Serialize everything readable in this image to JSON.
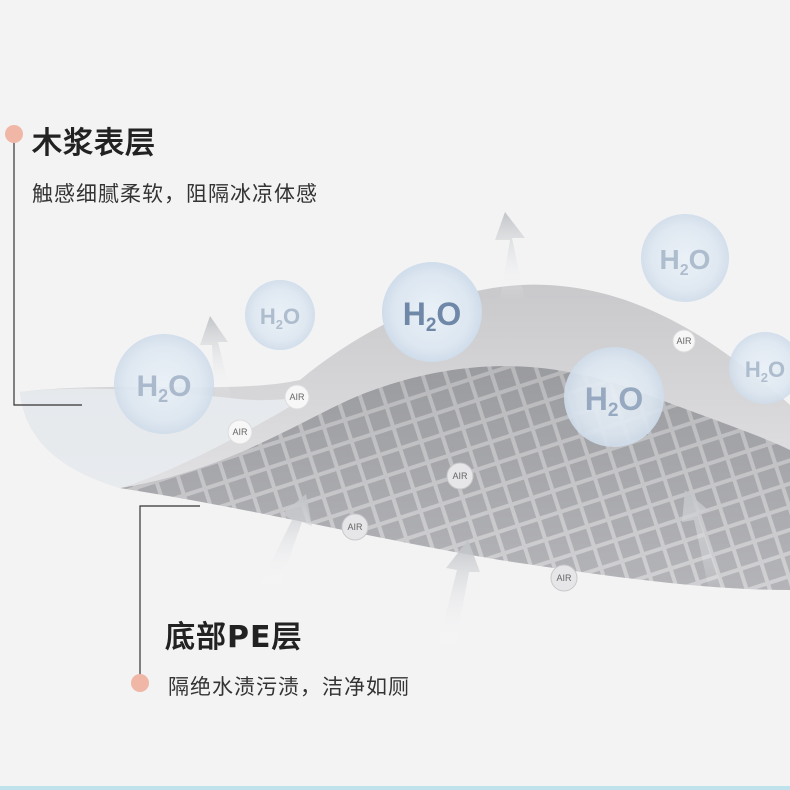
{
  "top_layer": {
    "title": "木浆表层",
    "description": "触感细腻柔软，阻隔冰凉体感"
  },
  "bottom_layer": {
    "title": "底部PE层",
    "description": "隔绝水渍污渍，洁净如厕"
  },
  "bubbles": {
    "h2o_main": "H",
    "h2o_sub": "2",
    "h2o_end": "O",
    "air": "AIR"
  },
  "colors": {
    "background": "#f3f3f4",
    "accent_dot": "#f0b6a6",
    "bubble_fill": "#dfe9f3",
    "text_dark": "#222222"
  }
}
